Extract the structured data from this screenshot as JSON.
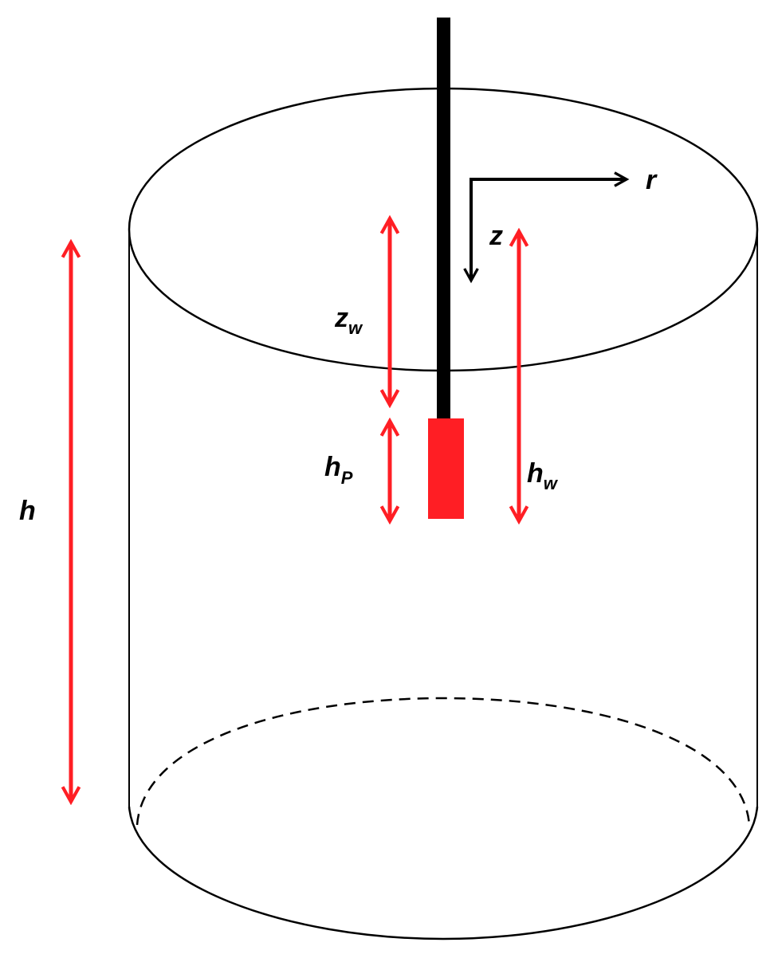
{
  "labels": {
    "h": "h",
    "z_w_main": "z",
    "z_w_sub": "w",
    "h_p_main": "h",
    "h_p_sub": "P",
    "h_w_main": "h",
    "h_w_sub": "w",
    "r": "r",
    "z": "z"
  },
  "colors": {
    "outline": "#000000",
    "dimension": "#ff1e24",
    "impeller": "#ff1e24",
    "shaft": "#000000"
  }
}
